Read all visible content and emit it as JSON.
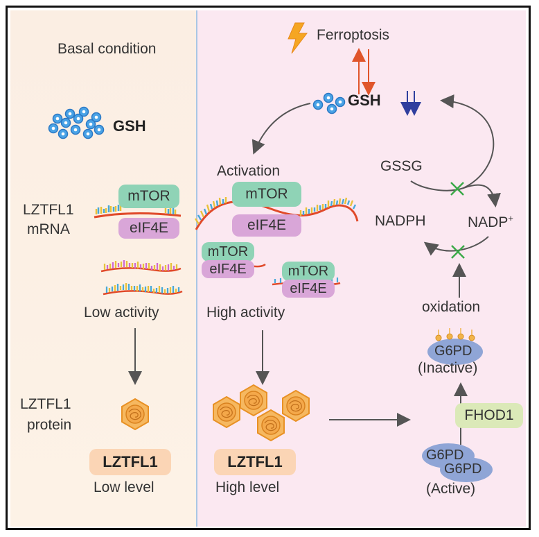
{
  "left_panel": {
    "title": "Basal condition",
    "gsh_label": "GSH",
    "mrna_label_line1": "LZTFL1",
    "mrna_label_line2": "mRNA",
    "mtor_label": "mTOR",
    "eif4e_label": "eIF4E",
    "activity_label": "Low activity",
    "protein_label_line1": "LZTFL1",
    "protein_label_line2": "protein",
    "badge_label": "LZTFL1",
    "level_label": "Low level"
  },
  "right_panel": {
    "ferroptosis_label": "Ferroptosis",
    "gsh_label": "GSH",
    "activation_label": "Activation",
    "mtor_label": "mTOR",
    "eif4e_label": "eIF4E",
    "activity_label": "High activity",
    "badge_label": "LZTFL1",
    "level_label": "High level",
    "gssg_label": "GSSG",
    "nadph_label": "NADPH",
    "nadp_label": "NADP",
    "nadp_superscript": "+",
    "oxidation_label": "oxidation",
    "g6pd_label": "G6PD",
    "inactive_label": "(Inactive)",
    "fhod1_label": "FHOD1",
    "active_label": "(Active)"
  },
  "colors": {
    "left_bg": "#fbeee3",
    "right_bg": "#fbe8f1",
    "mtor": "#8fd3b6",
    "eif4e": "#d9a6d8",
    "badge": "#fbd5b5",
    "fhod1": "#dbe9b8",
    "g6pd": "#8fa5d6",
    "gsh_bead": "#3a8fd9",
    "red_arrow": "#e0552b",
    "blue_arrow": "#2f3e9e",
    "inhibit_x": "#3aa948",
    "protein": "#f0a030"
  }
}
